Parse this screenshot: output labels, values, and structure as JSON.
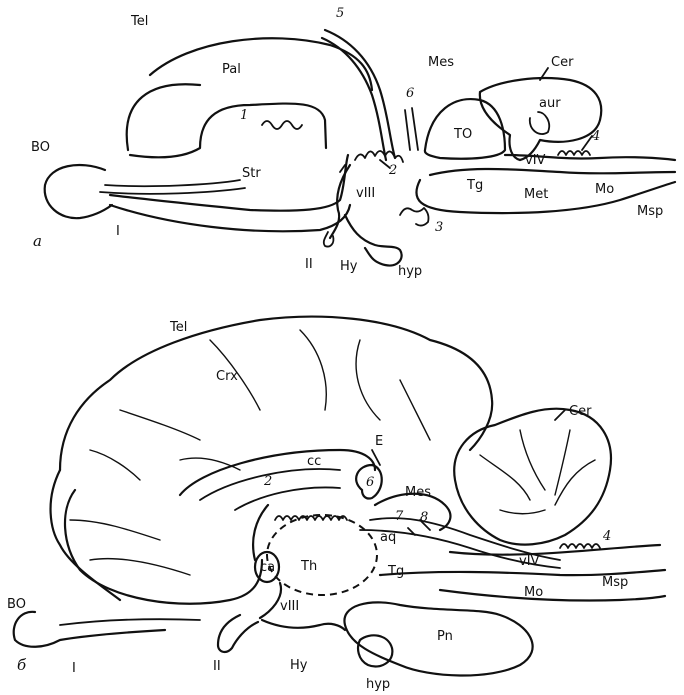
{
  "diagram_a": {
    "panel_letter": "a",
    "labels": {
      "tel": "Tel",
      "pal": "Pal",
      "bo": "BO",
      "str": "Str",
      "one": "1",
      "roman_one": "I",
      "five": "5",
      "six": "6",
      "two": "2",
      "v3": "vIII",
      "roman_two": "II",
      "hy": "Hy",
      "hyp": "hyp",
      "three": "3",
      "mes": "Mes",
      "to": "TO",
      "cer": "Cer",
      "aur": "aur",
      "four": "4",
      "v4": "vIV",
      "tg": "Tg",
      "met": "Met",
      "mo": "Mo",
      "msp": "Msp"
    }
  },
  "diagram_b": {
    "panel_letter": "б",
    "labels": {
      "tel": "Tel",
      "crx": "Crx",
      "cer": "Cer",
      "e": "E",
      "cc": "cc",
      "two": "2",
      "six": "6",
      "mes": "Mes",
      "seven": "7",
      "eight": "8",
      "aq": "aq",
      "ca": "ca",
      "th": "Th",
      "tg": "Tg",
      "v4": "vIV",
      "four": "4",
      "msp": "Msp",
      "bo": "BO",
      "mo": "Mo",
      "v3": "vIII",
      "pn": "Pn",
      "roman_one": "I",
      "roman_two": "II",
      "hy": "Hy",
      "hyp": "hyp"
    }
  }
}
